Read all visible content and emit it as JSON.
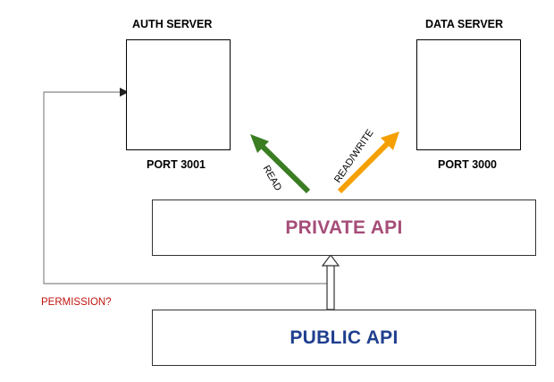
{
  "auth_server": {
    "title": "AUTH SERVER",
    "port": "PORT 3001",
    "icon": "database-icon",
    "icon_color": "#6f6f6f"
  },
  "data_server": {
    "title": "DATA SERVER",
    "port": "PORT 3000",
    "icon": "database-icon",
    "icon_color": "#1f5a62"
  },
  "private_api": {
    "label": "PRIVATE API",
    "color": "#a64d79"
  },
  "public_api": {
    "label": "PUBLIC API",
    "color": "#1f3f8f"
  },
  "connections": {
    "read": {
      "label": "READ",
      "color": "#3a7d23"
    },
    "read_write": {
      "label": "READ/WRITE",
      "color": "#f5a000"
    },
    "permission": {
      "label": "PERMISSION?",
      "color": "#c0150f"
    }
  }
}
